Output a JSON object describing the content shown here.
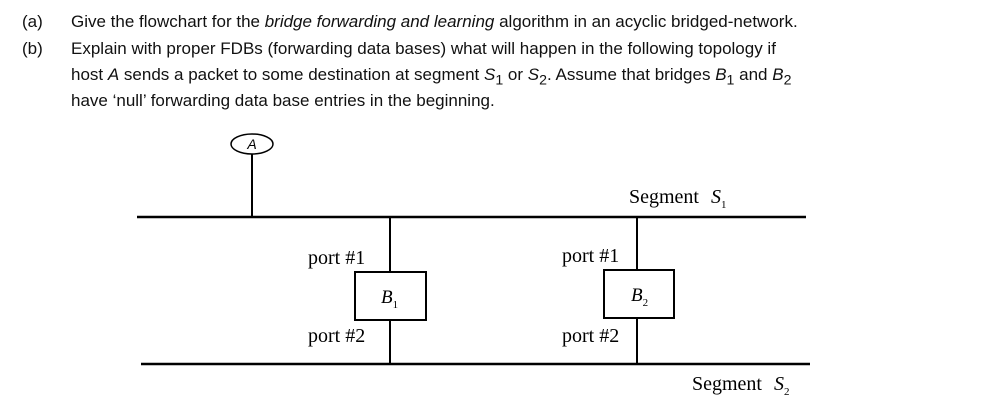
{
  "question": {
    "a_label": "(a)",
    "a_text_1": "Give the flowchart for the ",
    "a_text_italic": "bridge forwarding and learning",
    "a_text_2": " algorithm in an acyclic bridged-network.",
    "b_label": "(b)",
    "b_line1": "Explain with proper FDBs (forwarding data bases) what will happen in the following topology if",
    "b_line2_pre": "host ",
    "b_line2_host": "A",
    "b_line2_mid": " sends a packet to some destination at segment ",
    "b_line2_s": "S",
    "b_line2_s1sub": "1",
    "b_line2_or": " or ",
    "b_line2_s2sub": "2",
    "b_line2_post": ". Assume that bridges ",
    "b_line2_b": "B",
    "b_line2_b1sub": "1",
    "b_line2_and": " and ",
    "b_line2_b2sub": "2",
    "b_line3": "have ‘null’ forwarding data base entries in the beginning."
  },
  "diagram": {
    "host_label": "A",
    "segment1_label": "Segment",
    "segment1_sym": "S",
    "segment1_sub": "1",
    "segment2_label": "Segment",
    "segment2_sym": "S",
    "segment2_sub": "2",
    "bridge1_sym": "B",
    "bridge1_sub": "1",
    "bridge2_sym": "B",
    "bridge2_sub": "2",
    "b1_port1": "port #1",
    "b1_port2": "port #2",
    "b2_port1": "port #1",
    "b2_port2": "port #2"
  }
}
